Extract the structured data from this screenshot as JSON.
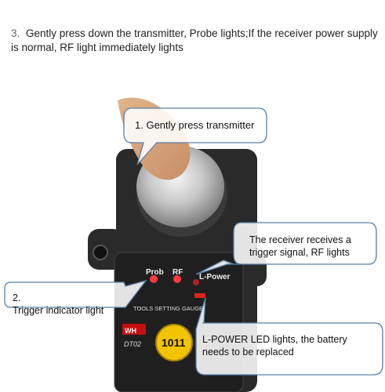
{
  "step": {
    "number": "3.",
    "text": "Gently press down the transmitter, Probe lights;If the receiver power supply is normal, RF light immediately lights"
  },
  "callouts": {
    "press": "1. Gently press transmitter",
    "rf": "The receiver receives a trigger signal, RF lights",
    "trigger_num": "2.",
    "trigger": "Trigger indicator light",
    "lpower": "L-POWER LED lights, the battery needs to be replaced"
  },
  "device": {
    "label_prob": "Prob",
    "label_rf": "RF",
    "label_lpower": "L-Power",
    "label_gauge": "TOOLS SETTING GAUGE",
    "brand": "WH",
    "model": "DT02",
    "badge": "1011"
  },
  "colors": {
    "callout_border": "#5b7fa6",
    "body": "#2b2b2b",
    "led_red": "#e02020",
    "badge": "#f2c400"
  }
}
